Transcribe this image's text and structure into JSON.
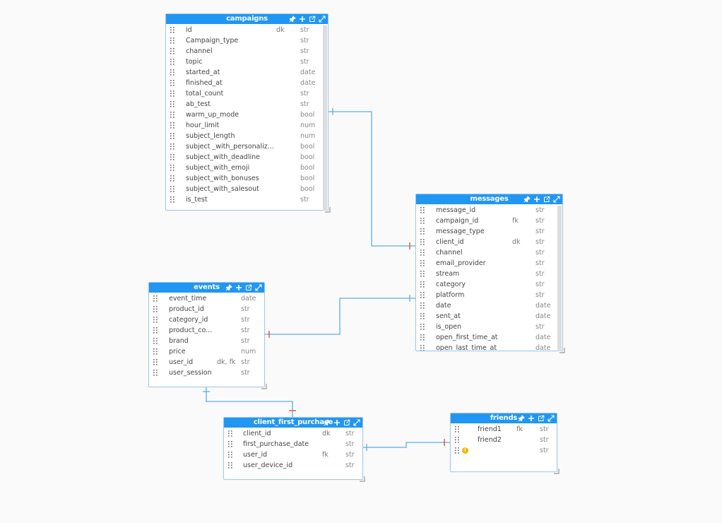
{
  "tables": [
    {
      "name": "campaigns",
      "rows": [
        {
          "name": "id",
          "key": "dk",
          "type": "str"
        },
        {
          "name": "Campaign_type",
          "key": "",
          "type": "str"
        },
        {
          "name": "channel",
          "key": "",
          "type": "str"
        },
        {
          "name": "topic",
          "key": "",
          "type": "str"
        },
        {
          "name": "started_at",
          "key": "",
          "type": "date"
        },
        {
          "name": "finished_at",
          "key": "",
          "type": "date"
        },
        {
          "name": "total_count",
          "key": "",
          "type": "str"
        },
        {
          "name": "ab_test",
          "key": "",
          "type": "str"
        },
        {
          "name": "warm_up_mode",
          "key": "",
          "type": "bool"
        },
        {
          "name": "hour_limit",
          "key": "",
          "type": "num"
        },
        {
          "name": "subject_length",
          "key": "",
          "type": "num"
        },
        {
          "name": "subject _with_personaliz...",
          "key": "",
          "type": "bool"
        },
        {
          "name": "subject_with_deadline",
          "key": "",
          "type": "bool"
        },
        {
          "name": "subject_with_emoji",
          "key": "",
          "type": "bool"
        },
        {
          "name": "subject_with_bonuses",
          "key": "",
          "type": "bool"
        },
        {
          "name": "subject_with_salesout",
          "key": "",
          "type": "bool"
        },
        {
          "name": "is_test",
          "key": "",
          "type": "str"
        }
      ]
    },
    {
      "name": "messages",
      "rows": [
        {
          "name": "message_id",
          "key": "",
          "type": "str"
        },
        {
          "name": "campaign_id",
          "key": "fk",
          "type": "str"
        },
        {
          "name": "message_type",
          "key": "",
          "type": "str"
        },
        {
          "name": "client_id",
          "key": "dk",
          "type": "str"
        },
        {
          "name": "channel",
          "key": "",
          "type": "str"
        },
        {
          "name": "email_provider",
          "key": "",
          "type": "str"
        },
        {
          "name": "stream",
          "key": "",
          "type": "str"
        },
        {
          "name": "category",
          "key": "",
          "type": "str"
        },
        {
          "name": "platform",
          "key": "",
          "type": "str"
        },
        {
          "name": "date",
          "key": "",
          "type": "date"
        },
        {
          "name": "sent_at",
          "key": "",
          "type": "date"
        },
        {
          "name": "is_open",
          "key": "",
          "type": "str"
        },
        {
          "name": "open_first_time_at",
          "key": "",
          "type": "date"
        },
        {
          "name": "open_last_time_at",
          "key": "",
          "type": "date"
        }
      ]
    },
    {
      "name": "events",
      "rows": [
        {
          "name": "event_time",
          "key": "",
          "type": "date"
        },
        {
          "name": "product_id",
          "key": "",
          "type": "str"
        },
        {
          "name": "category_id",
          "key": "",
          "type": "str"
        },
        {
          "name": "product_co...",
          "key": "",
          "type": "str"
        },
        {
          "name": "brand",
          "key": "",
          "type": "str"
        },
        {
          "name": "price",
          "key": "",
          "type": "num"
        },
        {
          "name": "user_id",
          "key": "dk, fk",
          "type": "str"
        },
        {
          "name": "user_session",
          "key": "",
          "type": "str"
        }
      ]
    },
    {
      "name": "client_first_purchase",
      "rows": [
        {
          "name": "client_id",
          "key": "dk",
          "type": "str"
        },
        {
          "name": "first_purchase_date",
          "key": "",
          "type": "str"
        },
        {
          "name": "user_id",
          "key": "fk",
          "type": "str"
        },
        {
          "name": "user_device_id",
          "key": "",
          "type": "str"
        }
      ]
    },
    {
      "name": "friends",
      "rows": [
        {
          "name": "friend1",
          "key": "fk",
          "type": "str"
        },
        {
          "name": "friend2",
          "key": "",
          "type": "str"
        },
        {
          "name": "",
          "key": "",
          "type": "str",
          "warning": true
        }
      ]
    }
  ],
  "colors": {
    "header": "#2196f3",
    "link": "#5aaee8",
    "many_marker": "#e0452b"
  },
  "icons": [
    "pin-icon",
    "plus-icon",
    "open-external-icon",
    "expand-icon",
    "drag-grip-icon",
    "resize-handle-icon",
    "warning-icon"
  ]
}
